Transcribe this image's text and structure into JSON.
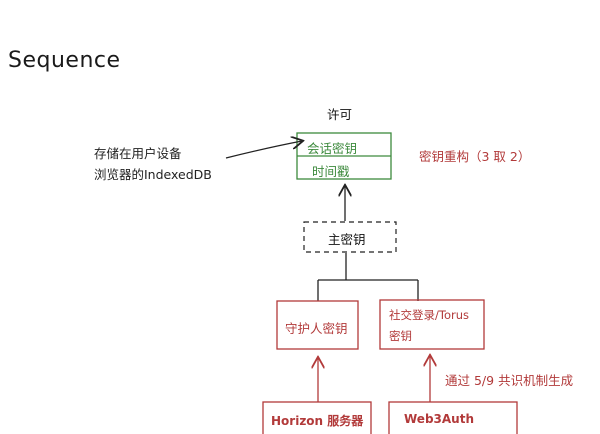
{
  "heading": "Sequence",
  "permit": {
    "title": "许可",
    "row1": "会话密钥",
    "row2": "时间戳"
  },
  "storage_note": {
    "line1": "存储在用户设备",
    "line2": "浏览器的IndexedDB"
  },
  "reconstruct_note": "密钥重构（3 取 2）",
  "master_key": "主密钥",
  "guardian_key": "守护人密钥",
  "social_login": {
    "line1": "社交登录/Torus",
    "line2": "密钥"
  },
  "consensus_note": "通过 5/9 共识机制生成",
  "horizon_server": "Horizon 服务器",
  "web3auth": "Web3Auth",
  "colors": {
    "green": "#3d8a3d",
    "red": "#b23a3a",
    "black": "#222222"
  }
}
